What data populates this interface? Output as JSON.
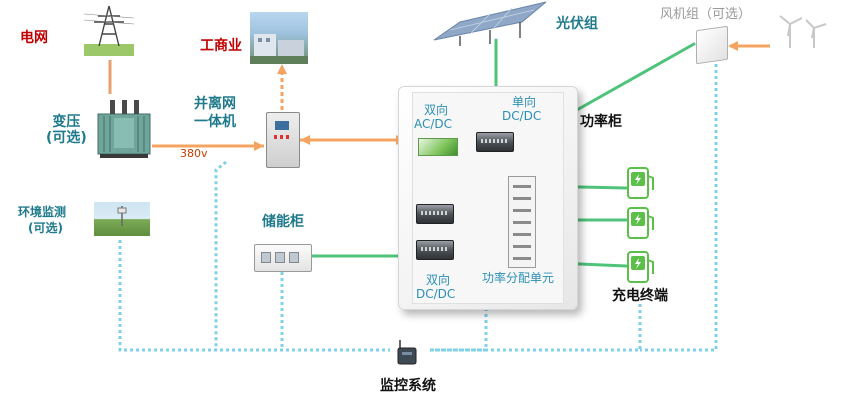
{
  "labels": {
    "grid": "电网",
    "commercial": "工商业",
    "transformer": "变压\n(可选)",
    "on_off_grid_line1": "并离网",
    "on_off_grid_line2": "一体机",
    "voltage": "380v",
    "env_monitor_line1": "环境监测",
    "env_monitor_line2": "(可选)",
    "storage_cabinet": "储能柜",
    "pv": "光伏组",
    "wind": "风机组（可选）",
    "power_cabinet": "功率柜",
    "bi_acdc_line1": "双向",
    "bi_acdc_line2": "AC/DC",
    "uni_dcdc_line1": "单向",
    "uni_dcdc_line2": "DC/DC",
    "bi_dcdc_line1": "双向",
    "bi_dcdc_line2": "DC/DC",
    "power_distribution": "功率分配单元",
    "charging_terminal": "充电终端",
    "monitoring": "监控系统"
  },
  "colors": {
    "ac_line": "#f4a460",
    "dc_line": "#4fc37a",
    "comm_line": "#7fd0e8",
    "grid_line": "#e8a070"
  }
}
